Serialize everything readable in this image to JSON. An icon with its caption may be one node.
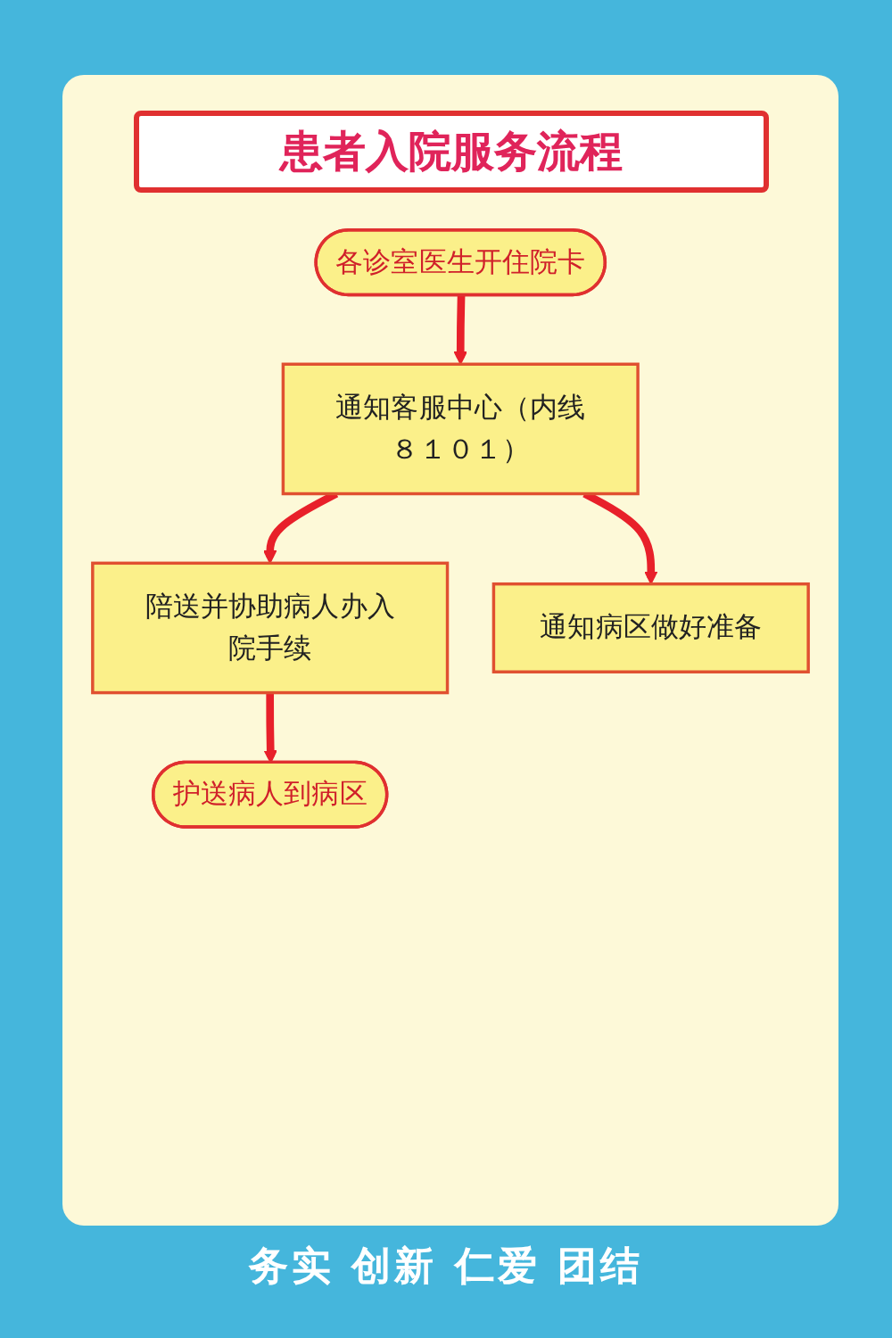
{
  "diagram": {
    "title": "患者入院服务流程",
    "nodes": [
      {
        "text": [
          "各诊室医生开住院卡"
        ]
      },
      {
        "text": [
          "通知客服中心（内线８１０１）"
        ]
      },
      {
        "text": [
          "陪送并协助病人办入院手续"
        ]
      },
      {
        "text": [
          "通知病区做好准备"
        ]
      },
      {
        "text": [
          "护送病人到病区"
        ]
      }
    ],
    "edges": [
      {
        "from": 0,
        "to": 1,
        "arrow": "to"
      },
      {
        "from": 1,
        "to": 2,
        "arrow": "to"
      },
      {
        "from": 1,
        "to": 3,
        "arrow": "to"
      },
      {
        "from": 2,
        "to": 4,
        "arrow": "to"
      }
    ],
    "caption": "务实 创新 仁爱 团结"
  }
}
